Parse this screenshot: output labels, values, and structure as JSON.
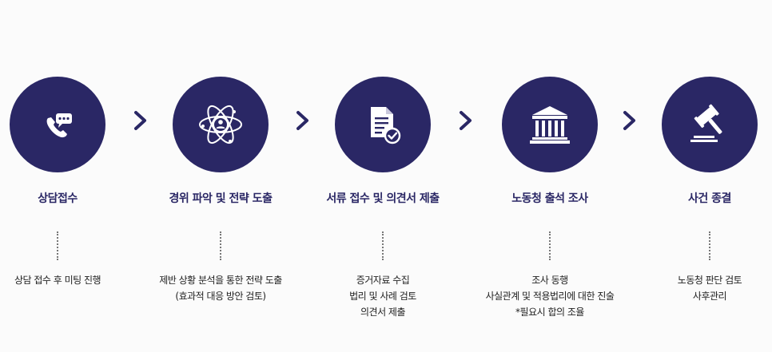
{
  "colors": {
    "circle": "#2a2765",
    "title": "#2a2765",
    "arrow": "#2a2765",
    "icon": "#ffffff"
  },
  "steps": [
    {
      "icon": "phone-chat-icon",
      "title": "상담접수",
      "desc": [
        "상담 접수 후 미팅 진행"
      ]
    },
    {
      "icon": "atom-person-icon",
      "title": "경위 파악 및 전략 도출",
      "desc": [
        "제반 상황 분석을 통한 전략 도출",
        "(효과적 대응 방안 검토)"
      ]
    },
    {
      "icon": "document-check-icon",
      "title": "서류 접수 및 의견서 제출",
      "desc": [
        "증거자료 수집",
        "법리 및 사례 검토",
        "의견서 제출"
      ]
    },
    {
      "icon": "courthouse-icon",
      "title": "노동청 출석 조사",
      "desc": [
        "조사 동행",
        "사실관계 및 적용법리에 대한 진술",
        "*필요시 합의 조율"
      ]
    },
    {
      "icon": "gavel-icon",
      "title": "사건 종결",
      "desc": [
        "노동청 판단 검토",
        "사후관리"
      ]
    }
  ]
}
